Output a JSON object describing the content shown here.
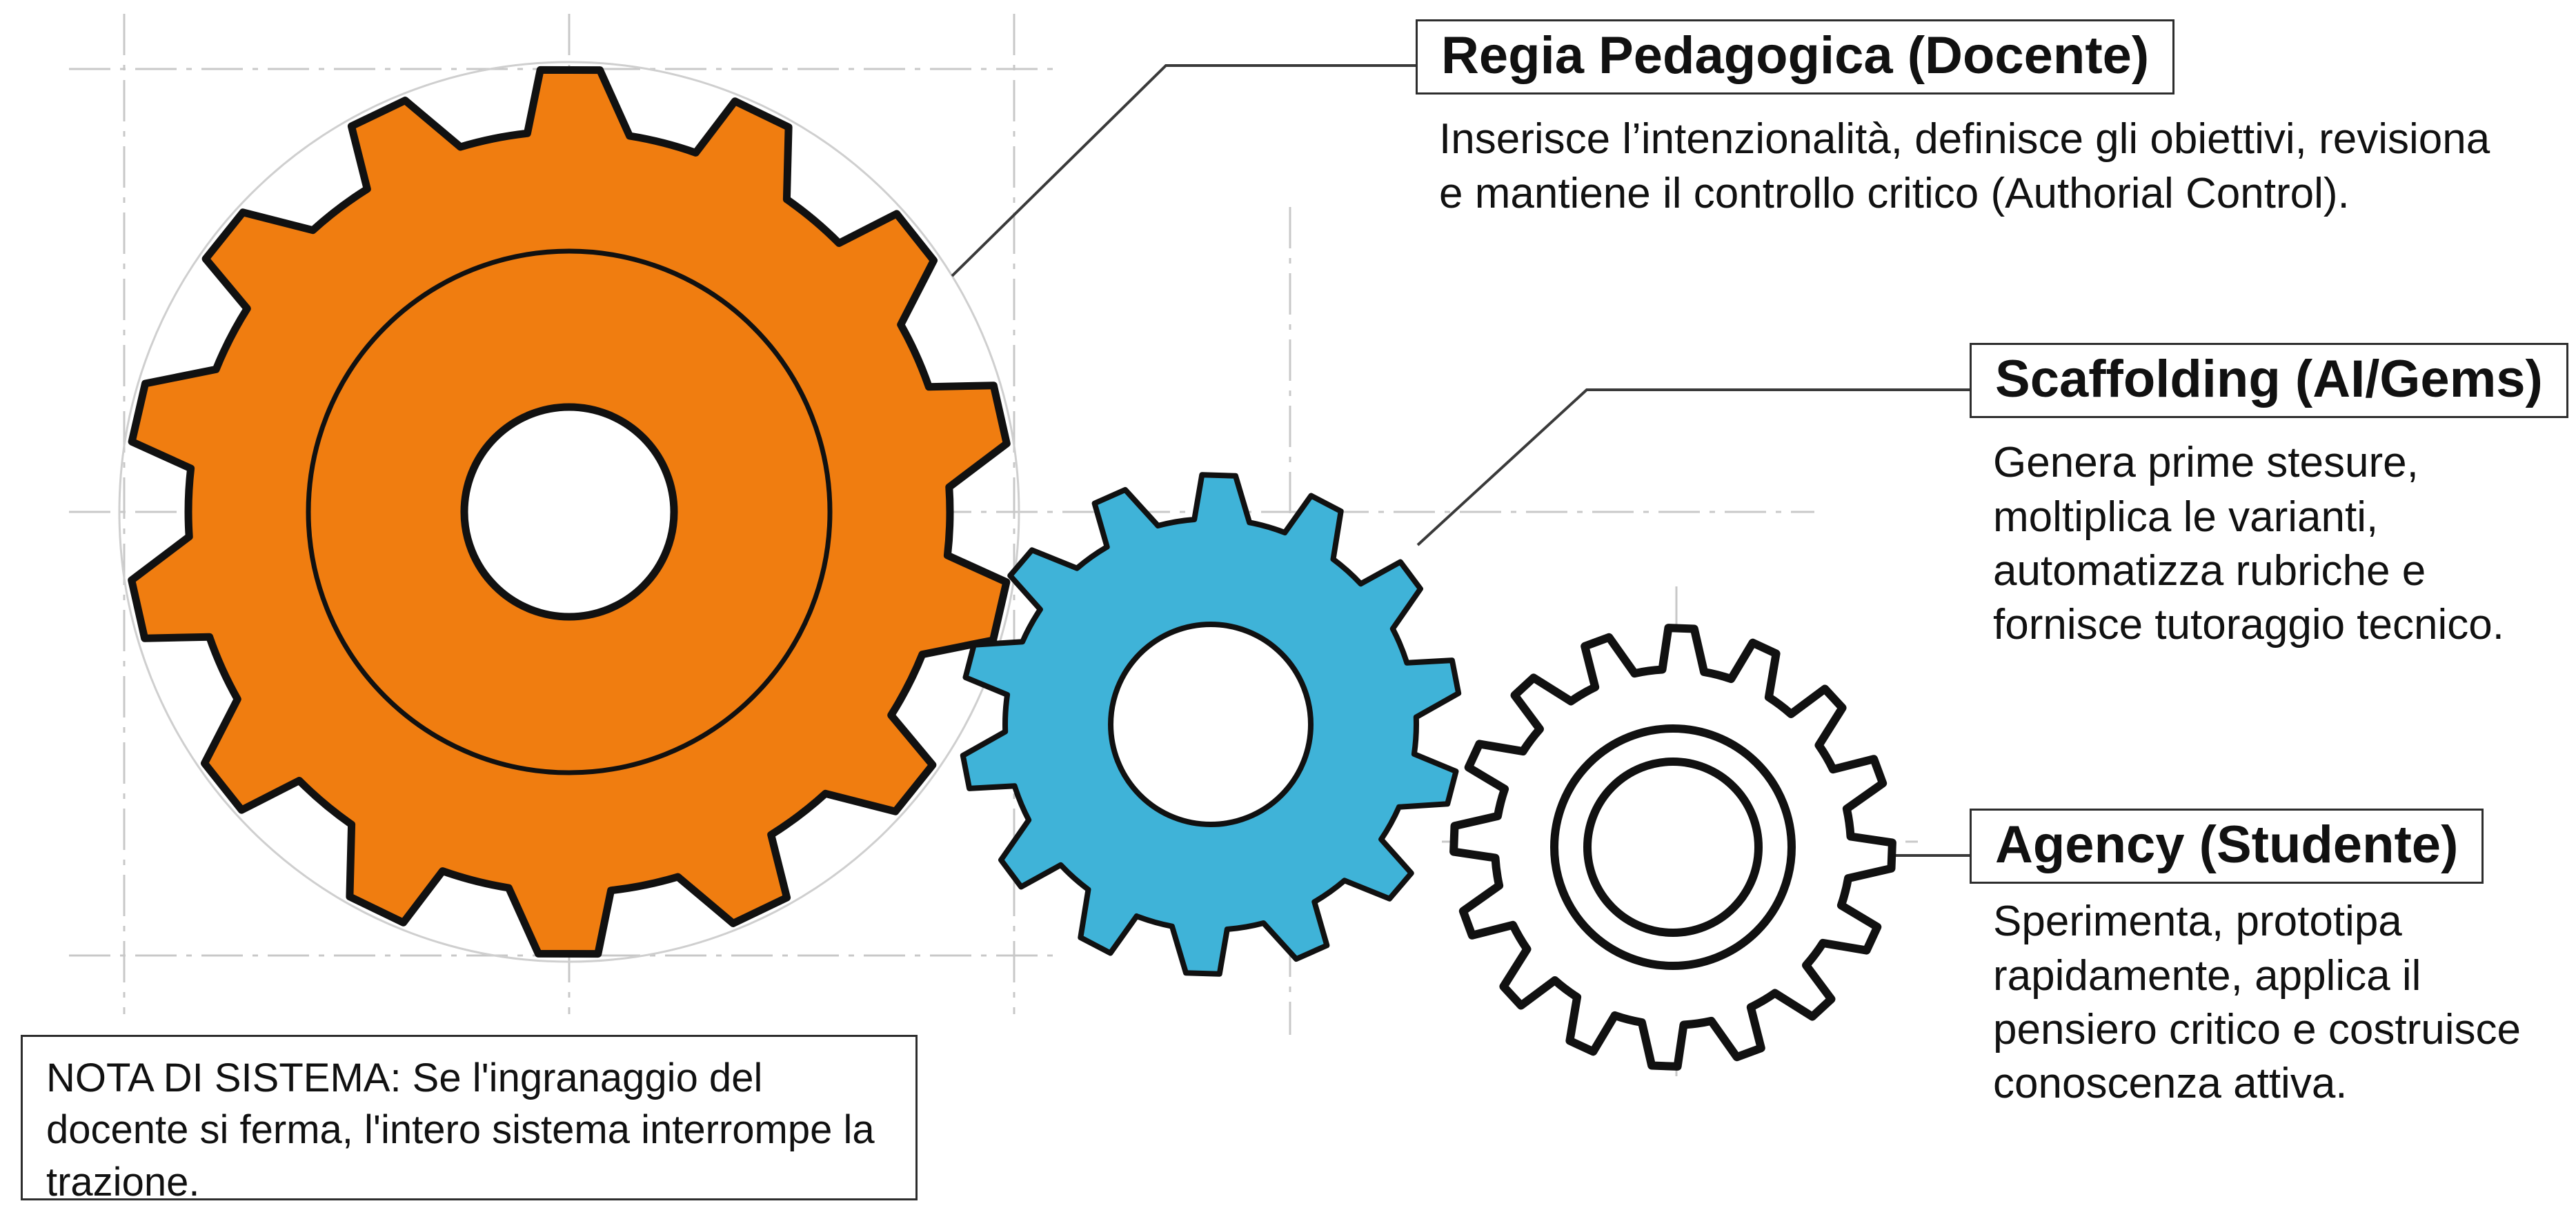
{
  "colors": {
    "orange_gear": "#f07d10",
    "blue_gear": "#3fb3d8",
    "white_gear": "#ffffff",
    "outline": "#111111",
    "leader_line": "#3a3a3a",
    "guide_line": "#c8c8c8"
  },
  "callouts": {
    "regia": {
      "title": "Regia Pedagogica (Docente)",
      "description": "Inserisce l’intenzionalità, definisce gli obiettivi, revisiona e mantiene il controllo critico (Authorial Control)."
    },
    "scaffolding": {
      "title": "Scaffolding (AI/Gems)",
      "description": "Genera prime stesure, moltiplica le varianti, automatizza rubriche e fornisce tutoraggio tecnico."
    },
    "agency": {
      "title": "Agency (Studente)",
      "description": "Sperimenta, prototipa rapidamente, applica il pensiero critico e costruisce conoscenza attiva."
    }
  },
  "note": {
    "text": "NOTA DI SISTEMA: Se l'ingranaggio del docente si ferma, l'intero sistema interrompe la trazione."
  }
}
